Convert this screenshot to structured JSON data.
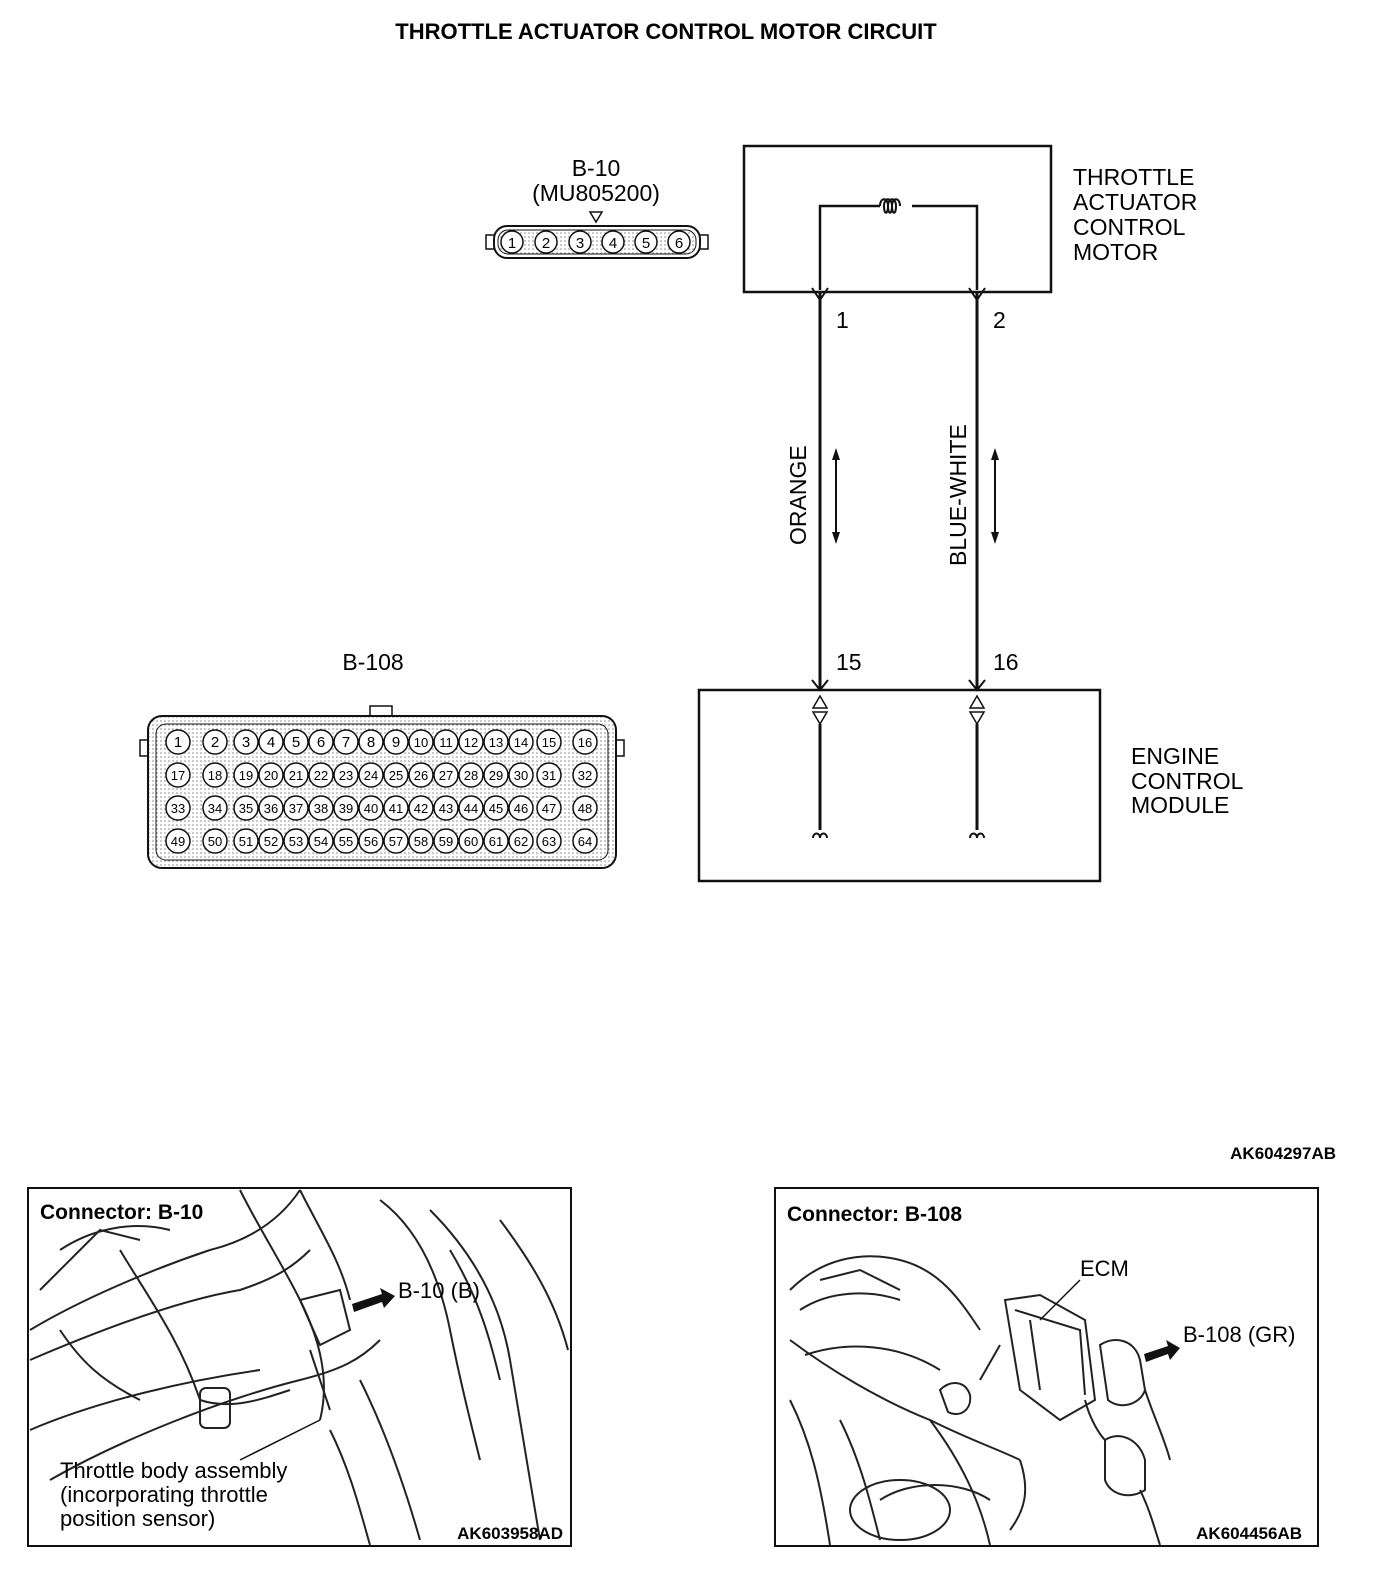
{
  "title": "THROTTLE ACTUATOR CONTROL MOTOR CIRCUIT",
  "connector_b10": {
    "name": "B-10",
    "part": "(MU805200)",
    "pins": [
      "1",
      "2",
      "3",
      "4",
      "5",
      "6"
    ]
  },
  "motor": {
    "line1": "THROTTLE",
    "line2": "ACTUATOR",
    "line3": "CONTROL",
    "line4": "MOTOR"
  },
  "ecm": {
    "line1": "ENGINE",
    "line2": "CONTROL",
    "line3": "MODULE"
  },
  "wires": [
    {
      "color": "ORANGE",
      "pin_top": "1",
      "pin_bottom": "15"
    },
    {
      "color": "BLUE-WHITE",
      "pin_top": "2",
      "pin_bottom": "16"
    }
  ],
  "connector_b108": {
    "name": "B-108",
    "rows": [
      [
        "1",
        "2",
        "3",
        "4",
        "5",
        "6",
        "7",
        "8",
        "9",
        "10",
        "11",
        "12",
        "13",
        "14",
        "15",
        "16"
      ],
      [
        "17",
        "18",
        "19",
        "20",
        "21",
        "22",
        "23",
        "24",
        "25",
        "26",
        "27",
        "28",
        "29",
        "30",
        "31",
        "32"
      ],
      [
        "33",
        "34",
        "35",
        "36",
        "37",
        "38",
        "39",
        "40",
        "41",
        "42",
        "43",
        "44",
        "45",
        "46",
        "47",
        "48"
      ],
      [
        "49",
        "50",
        "51",
        "52",
        "53",
        "54",
        "55",
        "56",
        "57",
        "58",
        "59",
        "60",
        "61",
        "62",
        "63",
        "64"
      ]
    ]
  },
  "figure_code": "AK604297AB",
  "photo_left": {
    "title": "Connector: B-10",
    "callout": "B-10 (B)",
    "note_line1": "Throttle body assembly",
    "note_line2": "(incorporating throttle",
    "note_line3": "position sensor)",
    "code": "AK603958AD"
  },
  "photo_right": {
    "title": "Connector: B-108",
    "ecm_label": "ECM",
    "callout": "B-108 (GR)",
    "code": "AK604456AB"
  }
}
